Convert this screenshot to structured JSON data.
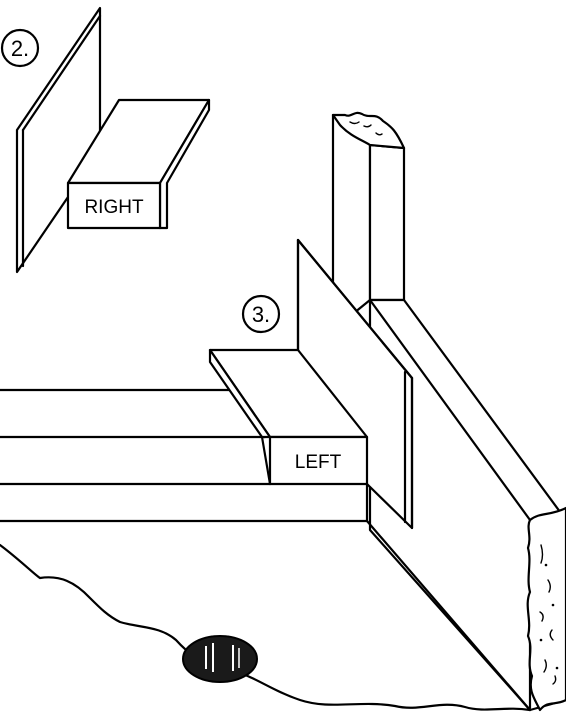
{
  "steps": [
    {
      "number": "2.",
      "bracket_label": "RIGHT"
    },
    {
      "number": "3.",
      "bracket_label": "LEFT"
    }
  ],
  "colors": {
    "line": "#000000",
    "background": "#ffffff",
    "hole": "#1a1a1a"
  }
}
